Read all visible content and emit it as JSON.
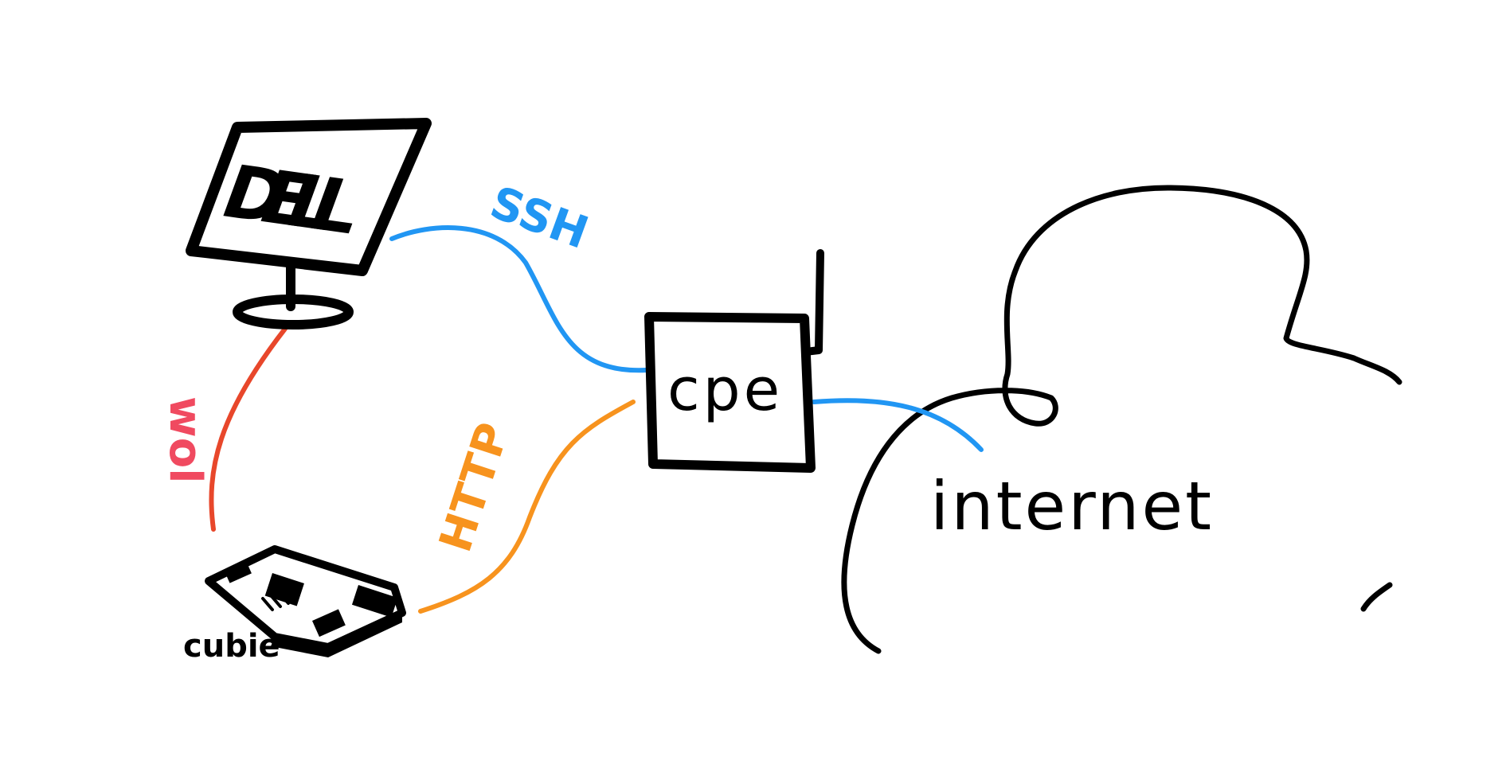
{
  "colors": {
    "ink": "#000000",
    "ssh": "#2196F3",
    "http": "#F7931E",
    "wol_line": "#E8472B",
    "wol_label": "#F04A60",
    "background": "#FFFFFF"
  },
  "nodes": {
    "monitor": {
      "label": "DELL",
      "icon": "monitor-icon"
    },
    "router": {
      "label": "cpe",
      "icon": "router-icon"
    },
    "board": {
      "label": "cubie",
      "icon": "circuit-board-icon"
    },
    "cloud": {
      "label": "internet",
      "icon": "cloud-icon"
    }
  },
  "links": {
    "ssh": {
      "label": "SSH",
      "from": "DELL",
      "to": "cpe"
    },
    "http": {
      "label": "HTTP",
      "from": "cubie",
      "to": "cpe"
    },
    "wol": {
      "label": "wol",
      "from": "cubie",
      "to": "DELL"
    },
    "uplink": {
      "label": "",
      "from": "cpe",
      "to": "internet"
    }
  }
}
